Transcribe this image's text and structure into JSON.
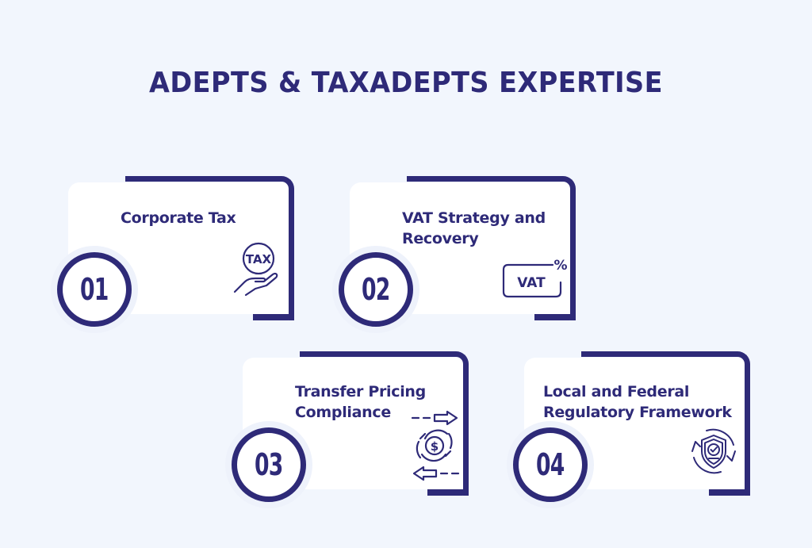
{
  "title": "ADEPTS & TAXADEPTS EXPERTISE",
  "colors": {
    "background": "#f2f6fd",
    "primary": "#2e2a78",
    "card": "#ffffff"
  },
  "cards": [
    {
      "number": "01",
      "heading": "Corporate Tax",
      "icon": "tax-hand-icon",
      "icon_text": "TAX"
    },
    {
      "number": "02",
      "heading": "VAT Strategy and Recovery",
      "icon": "vat-percent-icon",
      "icon_text": "VAT",
      "icon_symbol": "%"
    },
    {
      "number": "03",
      "heading": "Transfer Pricing Compliance",
      "icon": "money-transfer-icon",
      "icon_text": "$"
    },
    {
      "number": "04",
      "heading": "Local and Federal Regulatory Framework",
      "icon": "shield-check-cycle-icon"
    }
  ]
}
